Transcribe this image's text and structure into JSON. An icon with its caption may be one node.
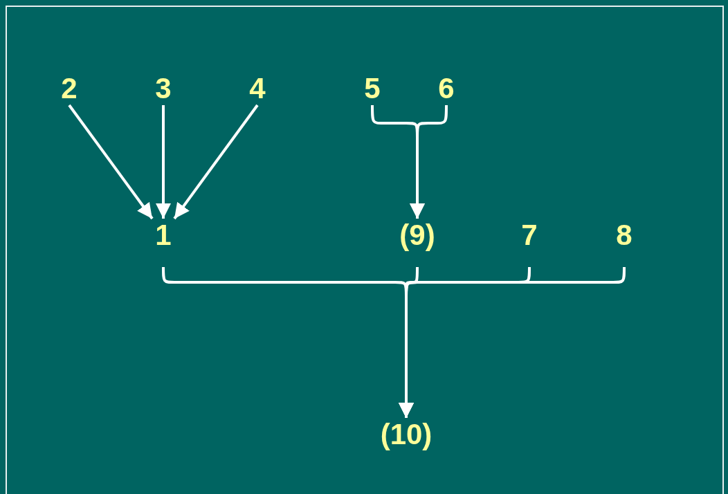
{
  "diagram": {
    "nodes": [
      {
        "text": [
          "2"
        ]
      },
      {
        "text": [
          "3"
        ]
      },
      {
        "text": [
          "4"
        ]
      },
      {
        "text": [
          "5"
        ]
      },
      {
        "text": [
          "6"
        ]
      },
      {
        "text": [
          "1"
        ]
      },
      {
        "text": [
          "(9)"
        ]
      },
      {
        "text": [
          "7"
        ]
      },
      {
        "text": [
          "8"
        ]
      },
      {
        "text": [
          "(10)"
        ]
      }
    ],
    "edges": [
      {
        "from": 0,
        "to": 5,
        "arrow": "to"
      },
      {
        "from": 1,
        "to": 5,
        "arrow": "to"
      },
      {
        "from": 2,
        "to": 5,
        "arrow": "to"
      },
      {
        "from": 3,
        "to": 6,
        "arrow": "to"
      },
      {
        "from": 4,
        "to": 6,
        "arrow": "to"
      },
      {
        "from": 5,
        "to": 9,
        "arrow": "to"
      },
      {
        "from": 6,
        "to": 9,
        "arrow": "to"
      },
      {
        "from": 7,
        "to": 9,
        "arrow": "to"
      },
      {
        "from": 8,
        "to": 9,
        "arrow": "to"
      }
    ]
  }
}
